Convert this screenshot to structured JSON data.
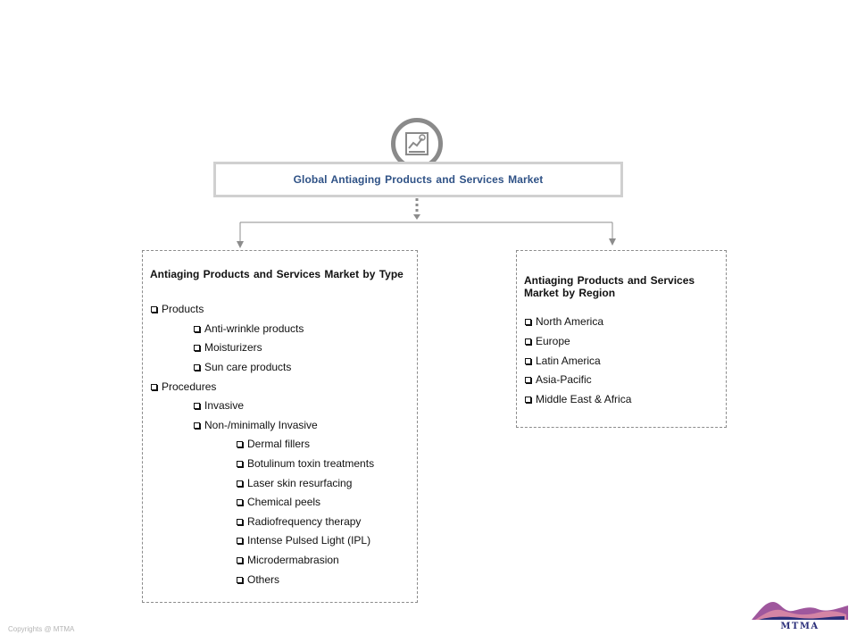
{
  "title": "Global  Antiaging  Products and  Services Market",
  "left_panel": {
    "heading": "Antiaging  Products and  Services Market by  Type",
    "items": [
      "Products",
      "Anti-wrinkle products",
      "Moisturizers",
      "Sun care products",
      "Procedures",
      "Invasive",
      "Non-/minimally Invasive",
      "Dermal fillers",
      "Botulinum toxin treatments",
      "Laser skin resurfacing",
      "Chemical peels",
      "Radiofrequency therapy",
      "Intense Pulsed Light (IPL)",
      "Microdermabrasion",
      "Others"
    ]
  },
  "right_panel": {
    "heading": "Antiaging  Products and  Services Market by Region",
    "items": [
      "North America",
      "Europe",
      "Latin America",
      "Asia-Pacific",
      "Middle East & Africa"
    ]
  },
  "footer": {
    "copyright": "Copyrights @ MTMA",
    "logo_text": "MTMA"
  },
  "colors": {
    "title_text": "#2f5286",
    "icon_ring": "#8a8a8a",
    "connector": "#8c8c8c",
    "logo_purple": "#8e3a8c",
    "logo_navy": "#2b2f7a"
  }
}
